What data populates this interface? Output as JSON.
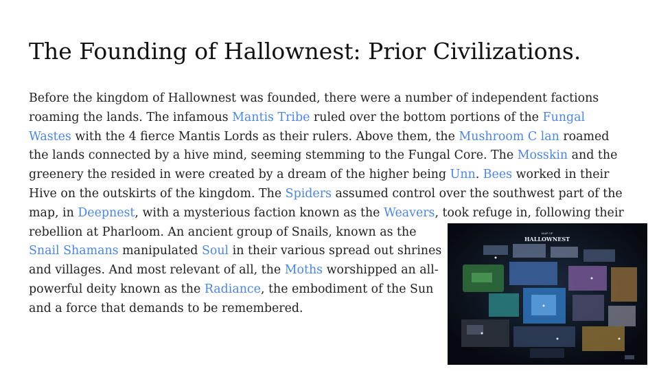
{
  "slide": {
    "title": "The Founding of Hallownest: Prior Civilizations.",
    "body": {
      "l1": [
        "Before the kingdom of Hallownest was founded, there were a number of independent factions"
      ],
      "l2": [
        "roaming the lands. The infamous ",
        "Mantis Tribe",
        " ruled over the bottom portions of the ",
        "Fungal"
      ],
      "l3": [
        "Wastes",
        " with the 4 fierce Mantis Lords as their rulers. Above them, the ",
        "Mushroom C lan",
        " roamed"
      ],
      "l4": [
        "the lands connected by a hive mind, seeming stemming to the Fungal Core. The ",
        "Mosskin",
        " and the"
      ],
      "l5": [
        "greenery the resided in were created by a dream of the higher being ",
        "Unn",
        ". ",
        "Bees",
        " worked in their"
      ],
      "l6": [
        "Hive on the outskirts of the kingdom. The ",
        "Spiders",
        " assumed control over the southwest part of the"
      ],
      "l7": [
        "map, in ",
        "Deepnest",
        ", with a mysterious faction known as the ",
        "Weavers",
        ", took refuge in, following their"
      ],
      "l8": [
        "rebellion at Pharloom. An ancient group of Snails, known as the"
      ],
      "l9": [
        "Snail Shamans",
        " manipulated ",
        "Soul",
        " in their various spread out shrines"
      ],
      "l10": [
        "and villages. And most relevant of all, the ",
        "Moths",
        " worshipped an all-"
      ],
      "l11": [
        "powerful deity known as the ",
        "Radiance",
        ", the embodiment of the Sun"
      ],
      "l12": [
        "and a force that demands to be remembered."
      ]
    },
    "map": {
      "heading_small": "MAP OF",
      "heading": "HALLOWNEST"
    },
    "colors": {
      "link": "#4a86e8",
      "text": "#222222",
      "map_bg": "#06090f"
    }
  }
}
